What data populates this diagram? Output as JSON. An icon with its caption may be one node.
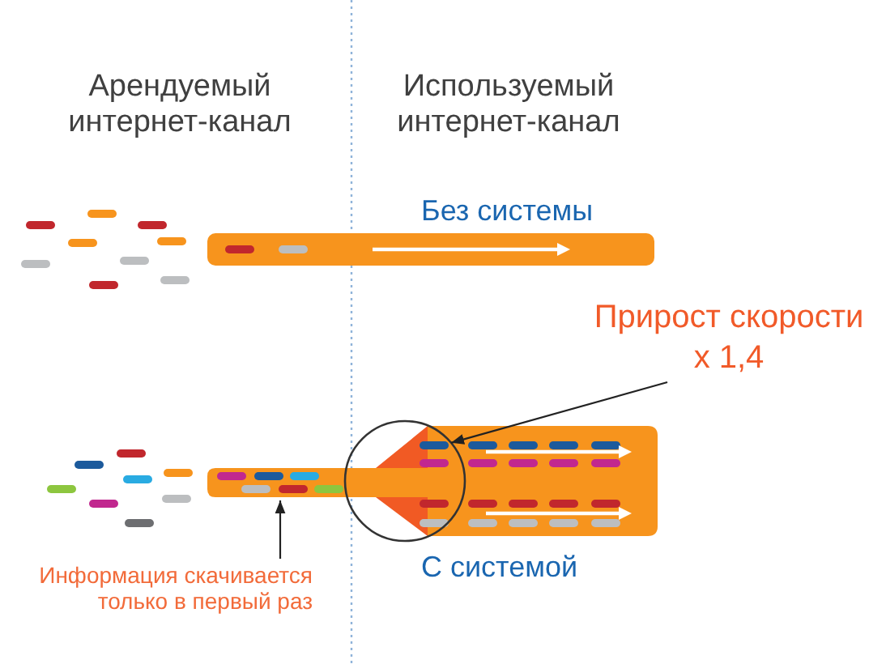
{
  "diagram": {
    "nodes": [
      {
        "text": [
          "Прирост скорости x 1,4"
        ]
      },
      {
        "text": [],
        "shape": "circle"
      },
      {
        "text": [
          "Информация скачивается только в первый раз"
        ]
      },
      {
        "text": [],
        "shape": "bar"
      }
    ],
    "edges": [
      {
        "from": 0,
        "to": 1,
        "arrow": "to"
      },
      {
        "from": 2,
        "to": 3,
        "arrow": "to"
      }
    ],
    "labels": [
      "Арендуемый интернет-канал",
      "Используемый интернет-канал",
      "Без системы",
      "С системой"
    ]
  }
}
